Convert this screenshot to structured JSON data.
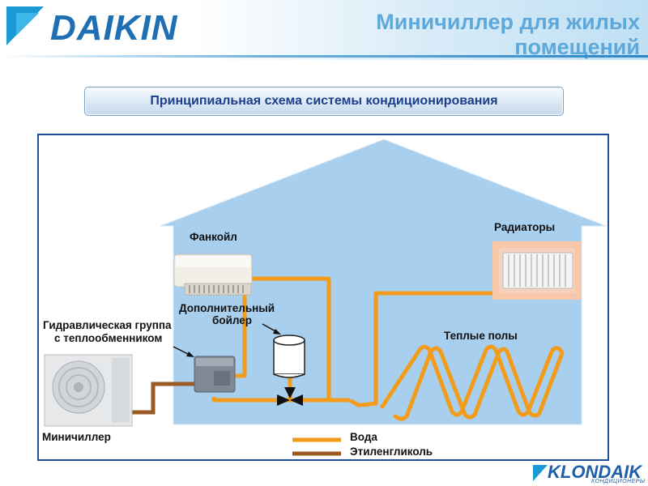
{
  "header": {
    "logo_text": "DAIKIN",
    "title": "Миничиллер для жилых помещений"
  },
  "banner": {
    "text": "Принципиальная схема системы кондиционирования"
  },
  "diagram": {
    "labels": {
      "fancoil": "Фанкойл",
      "radiators": "Радиаторы",
      "boiler_line1": "Дополнительный",
      "boiler_line2": "бойлер",
      "hydro_line1": "Гидравлическая группа",
      "hydro_line2": "с теплообменником",
      "floors": "Теплые полы",
      "minichiller": "Миничиллер"
    },
    "legend": [
      {
        "label": "Вода",
        "color": "#f39c1b"
      },
      {
        "label": "Этиленгликоль",
        "color": "#9a5a24"
      }
    ],
    "colors": {
      "house_fill": "#a9cfee",
      "water_pipe": "#f39c1b",
      "glycol_pipe": "#9a5a24",
      "frame_border": "#1f4e9c"
    }
  },
  "footer": {
    "brand": "KLONDAIK",
    "brand_sub": "КОНДИЦИОНЕРЫ"
  }
}
